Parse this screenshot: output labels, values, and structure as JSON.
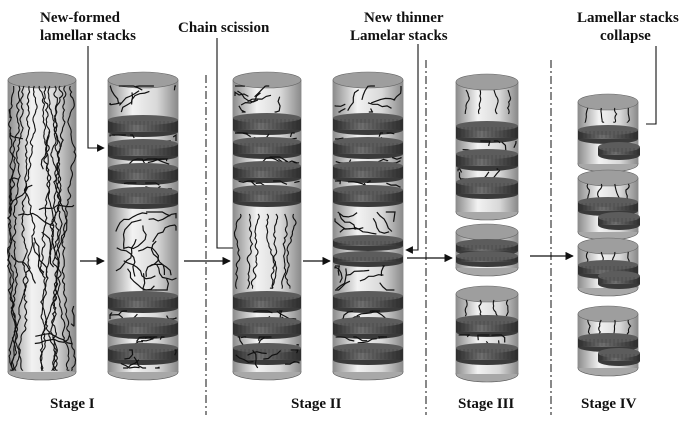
{
  "annotations": {
    "new_formed": [
      "New-formed",
      "lamellar stacks"
    ],
    "chain_scission": "Chain scission",
    "new_thinner": [
      "New thinner",
      "Lamelar stacks"
    ],
    "collapse": [
      "Lamellar stacks",
      "collapse"
    ]
  },
  "stages": [
    "Stage I",
    "Stage II",
    "Stage III",
    "Stage IV"
  ],
  "colors": {
    "lamella": "#4a4a4a",
    "cylinder_light": "#e6e6e6",
    "cylinder_shade": "#9a9a9a",
    "chain": "#111111",
    "arrow": "#111111"
  }
}
